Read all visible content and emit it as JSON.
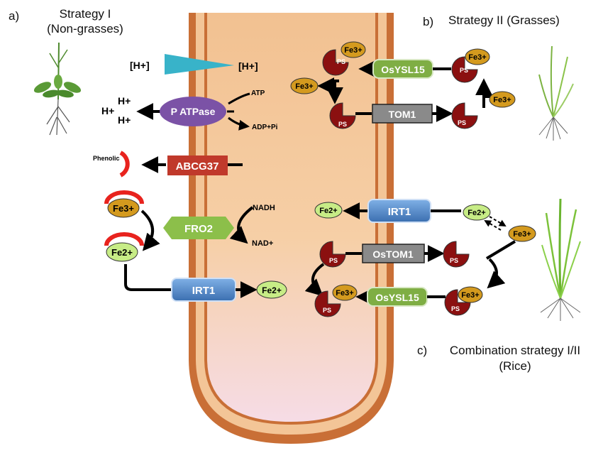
{
  "panels": {
    "a": {
      "letter": "a)",
      "title_line1": "Strategy I",
      "title_line2": "(Non-grasses)"
    },
    "b": {
      "letter": "b)",
      "title": "Strategy II (Grasses)"
    },
    "c": {
      "letter": "c)",
      "title_line1": "Combination strategy I/II",
      "title_line2": "(Rice)"
    }
  },
  "strategy1": {
    "proton_gradient_left": "[H+]",
    "proton_gradient_right": "[H+]",
    "protons": [
      "H+",
      "H+",
      "H+"
    ],
    "atpase_label": "P ATPase",
    "atp": "ATP",
    "adp": "ADP+Pi",
    "phenolic": "Phenolic",
    "abcg37_label": "ABCG37",
    "fe3": "Fe3+",
    "fe2_a": "Fe2+",
    "fro2_label": "FRO2",
    "nadh": "NADH",
    "nad": "NAD+",
    "irt1_label": "IRT1",
    "fe2_b": "Fe2+"
  },
  "strategy2": {
    "osysl15_label": "OsYSL15",
    "tom1_label": "TOM1",
    "ps": "PS",
    "fe3": "Fe3+"
  },
  "combination": {
    "irt1_label": "IRT1",
    "fe2_left": "Fe2+",
    "fe2_right": "Fe2+",
    "fe3_right": "Fe3+",
    "ostom1_label": "OsTOM1",
    "osysl15_label": "OsYSL15",
    "ps": "PS",
    "fe3": "Fe3+"
  },
  "colors": {
    "atpase": "#7b52a6",
    "abcg37": "#c0392b",
    "fro2": "#8cbf4a",
    "irt1": "#4f86c6",
    "osysl15": "#7fae44",
    "tom1": "#8a8a8a",
    "fe3_fill": "#d49a1e",
    "fe2_fill": "#c7ec86",
    "ps_fill": "#8b1010",
    "phenolic": "#e8231e",
    "gradient": "#38b3c9",
    "root_outer": "#c0703a"
  }
}
